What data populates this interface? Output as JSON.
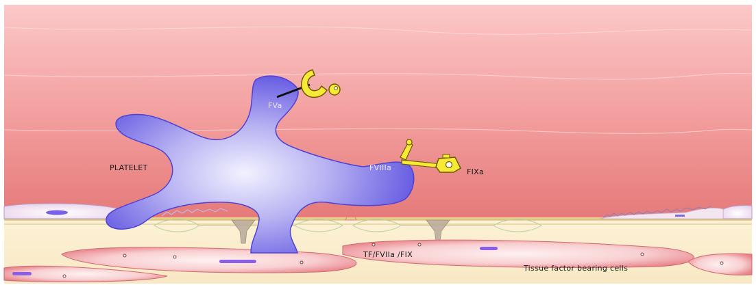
{
  "labels": {
    "platelet": "PLATELET",
    "fva": "FVa",
    "fviiia": "FVIIIa",
    "fixa": "FIXa",
    "tf_complex": "TF/FVIIa /FIX",
    "tissue_cells": "Tissue factor bearing cells"
  },
  "colors": {
    "sky_top": "#fbc4c4",
    "sky_bottom": "#e9797a",
    "tissue": "#fbeecb",
    "platelet_core": "#e4e4fb",
    "platelet_edge": "#5a4ee0",
    "cofactor_yellow": "#f5e83a",
    "cell_red": "#f0a3a8"
  },
  "icons": [
    "yellow-ring-enzyme-icon",
    "yellow-fixa-enzyme-icon",
    "cell-nucleus-icon"
  ]
}
